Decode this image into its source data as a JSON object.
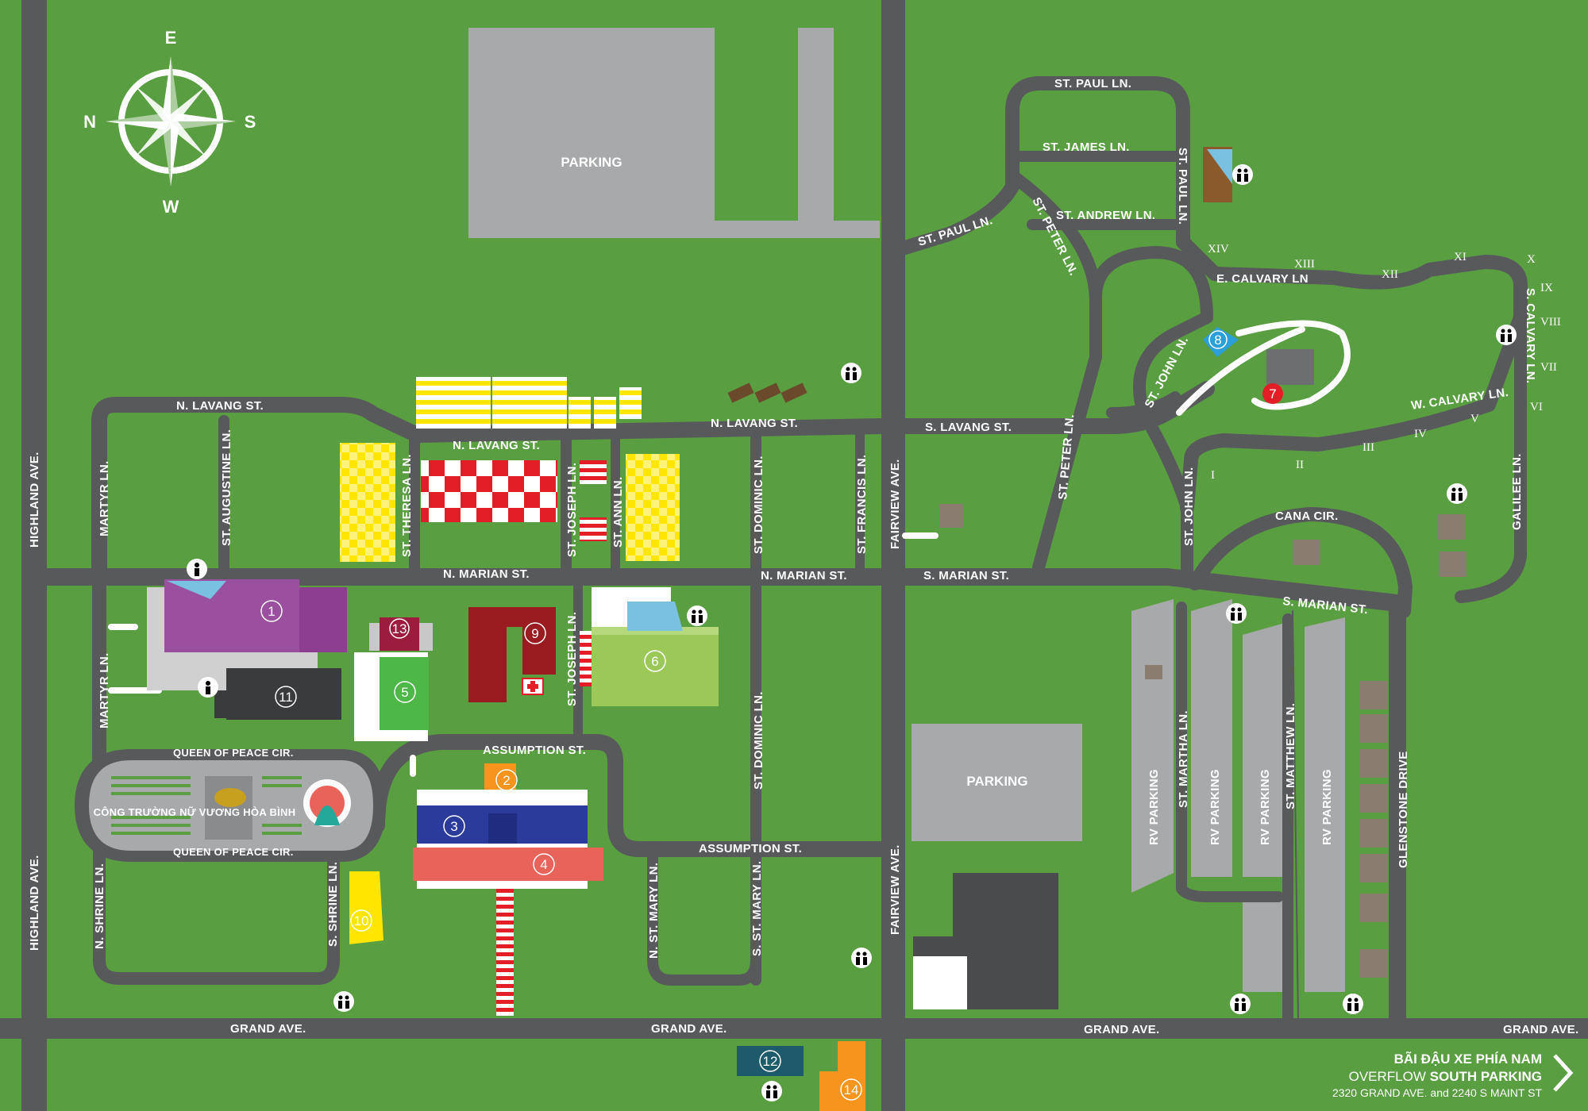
{
  "compass": {
    "n": "N",
    "s": "S",
    "e": "E",
    "w": "W"
  },
  "streets": {
    "highland_ave": "HIGHLAND AVE.",
    "martyr_ln": "MARTYR LN.",
    "st_augustine_ln": "ST. AUGUSTINE LN.",
    "n_lavang_st": "N. LAVANG ST.",
    "s_lavang_st": "S. LAVANG ST.",
    "st_theresa_ln": "ST. THERESA LN.",
    "st_joseph_ln": "ST. JOSEPH LN.",
    "st_ann_ln": "ST. ANN LN.",
    "st_dominic_ln": "ST. DOMINIC LN.",
    "st_francis_ln": "ST. FRANCIS LN.",
    "fairview_ave": "FAIRVIEW AVE.",
    "n_marian_st": "N. MARIAN ST.",
    "s_marian_st": "S. MARIAN ST.",
    "queen_of_peace_cir": "QUEEN OF PEACE CIR.",
    "assumption_st": "ASSUMPTION ST.",
    "n_shrine_ln": "N. SHRINE LN.",
    "s_shrine_ln": "S. SHRINE LN.",
    "n_st_mary_ln": "N. ST. MARY LN.",
    "s_st_mary_ln": "S. ST. MARY LN.",
    "grand_ave": "GRAND AVE.",
    "st_paul_ln": "ST. PAUL LN.",
    "st_james_ln": "ST. JAMES LN.",
    "st_andrew_ln": "ST. ANDREW LN.",
    "st_peter_ln": "ST. PETER LN.",
    "st_john_ln": "ST. JOHN LN.",
    "e_calvary_ln": "E. CALVARY LN",
    "w_calvary_ln": "W. CALVARY LN.",
    "s_calvary_ln": "S. CALVARY LN.",
    "galilee_ln": "GALILEE LN.",
    "cana_cir": "CANA CIR.",
    "st_martha_ln": "ST. MARTHA LN.",
    "st_matthew_ln": "ST. MATTHEW LN.",
    "glenstone_drive": "GLENSTONE DRIVE"
  },
  "parking": {
    "north_lot": "PARKING",
    "center_lot": "PARKING",
    "rv": "RV PARKING"
  },
  "plaza": {
    "name": "CÔNG TRƯỜNG NỮ VƯƠNG HÒA BÌNH"
  },
  "stations": [
    "I",
    "II",
    "III",
    "IV",
    "V",
    "VI",
    "VII",
    "VIII",
    "IX",
    "X",
    "XI",
    "XII",
    "XIII",
    "XIV"
  ],
  "buildings": {
    "b1": "1",
    "b2": "2",
    "b3": "3",
    "b4": "4",
    "b5": "5",
    "b6": "6",
    "b7": "7",
    "b8": "8",
    "b9": "9",
    "b10": "10",
    "b11": "11",
    "b12": "12",
    "b13": "13",
    "b14": "14"
  },
  "overflow": {
    "title": "BÃI ĐẬU XE PHÍA NAM",
    "line_prefix": "OVERFLOW ",
    "line_strong": "SOUTH PARKING",
    "address": "2320 GRAND AVE. and 2240 S MAINT ST"
  },
  "icons": {
    "restroom": "restroom-icon",
    "first_aid": "first-aid-icon",
    "arrow": "arrow-right-icon"
  },
  "colors": {
    "grass": "#5a9e42",
    "road": "#58595b",
    "lot": "#a8a9ab",
    "purple": "#9b4f9f",
    "yellow": "#ffe500",
    "red": "#e41e26",
    "blue": "#2b3b9c",
    "salmon": "#e8645a",
    "orange": "#f7941d",
    "lightgreen": "#9cc85a",
    "darkred": "#9b1c20",
    "teal": "#1d5a6b"
  }
}
